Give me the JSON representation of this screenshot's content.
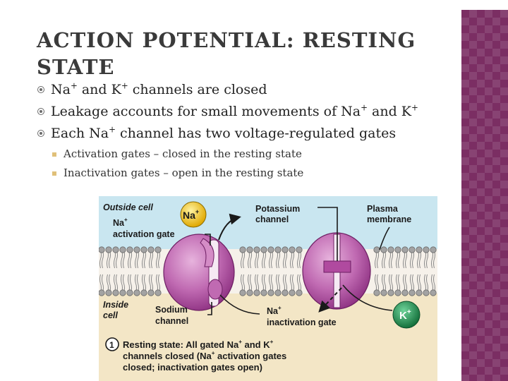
{
  "slide": {
    "title": "ACTION POTENTIAL: RESTING STATE",
    "bullets": [
      {
        "parts": [
          "Na",
          "+",
          " and K",
          "+",
          " channels are closed"
        ]
      },
      {
        "parts": [
          "Leakage accounts for small movements of Na",
          "+",
          " and K",
          "+",
          ""
        ]
      },
      {
        "parts": [
          "Each Na",
          "+",
          " channel has two voltage-regulated gates",
          "",
          ""
        ]
      }
    ],
    "sub_bullets": [
      "Activation gates – closed in the resting state",
      "Inactivation gates – open in the resting state"
    ]
  },
  "figure": {
    "outside_cell": "Outside cell",
    "inside_cell_1": "Inside",
    "inside_cell_2": "cell",
    "na_badge": "Na",
    "na_badge_sup": "+",
    "k_badge": "K",
    "k_badge_sup": "+",
    "na_activation_gate_1": "Na",
    "na_activation_gate_1_sup": "+",
    "na_activation_gate_2": "activation gate",
    "potassium_channel_1": "Potassium",
    "potassium_channel_2": "channel",
    "plasma_membrane_1": "Plasma",
    "plasma_membrane_2": "membrane",
    "sodium_channel_1": "Sodium",
    "sodium_channel_2": "channel",
    "na_inactivation_gate_1": "Na",
    "na_inactivation_gate_1_sup": "+",
    "na_inactivation_gate_2": "inactivation gate",
    "step_number": "1",
    "caption_1": "Resting state: All gated Na",
    "caption_1_sup": "+",
    "caption_1b": " and K",
    "caption_1b_sup": "+",
    "caption_2": "channels closed (Na",
    "caption_2_sup": "+",
    "caption_2b": " activation gates",
    "caption_3": "closed; inactivation gates open)",
    "colors": {
      "outside_bg": "#c9e6f0",
      "inside_bg": "#f3e6c6",
      "channel": "#b04a9f",
      "lipid_head": "#9a9a9a",
      "k_ion": "#1e8f4e",
      "na_ion": "#f2c200",
      "side_band": "#7b2e63"
    }
  }
}
